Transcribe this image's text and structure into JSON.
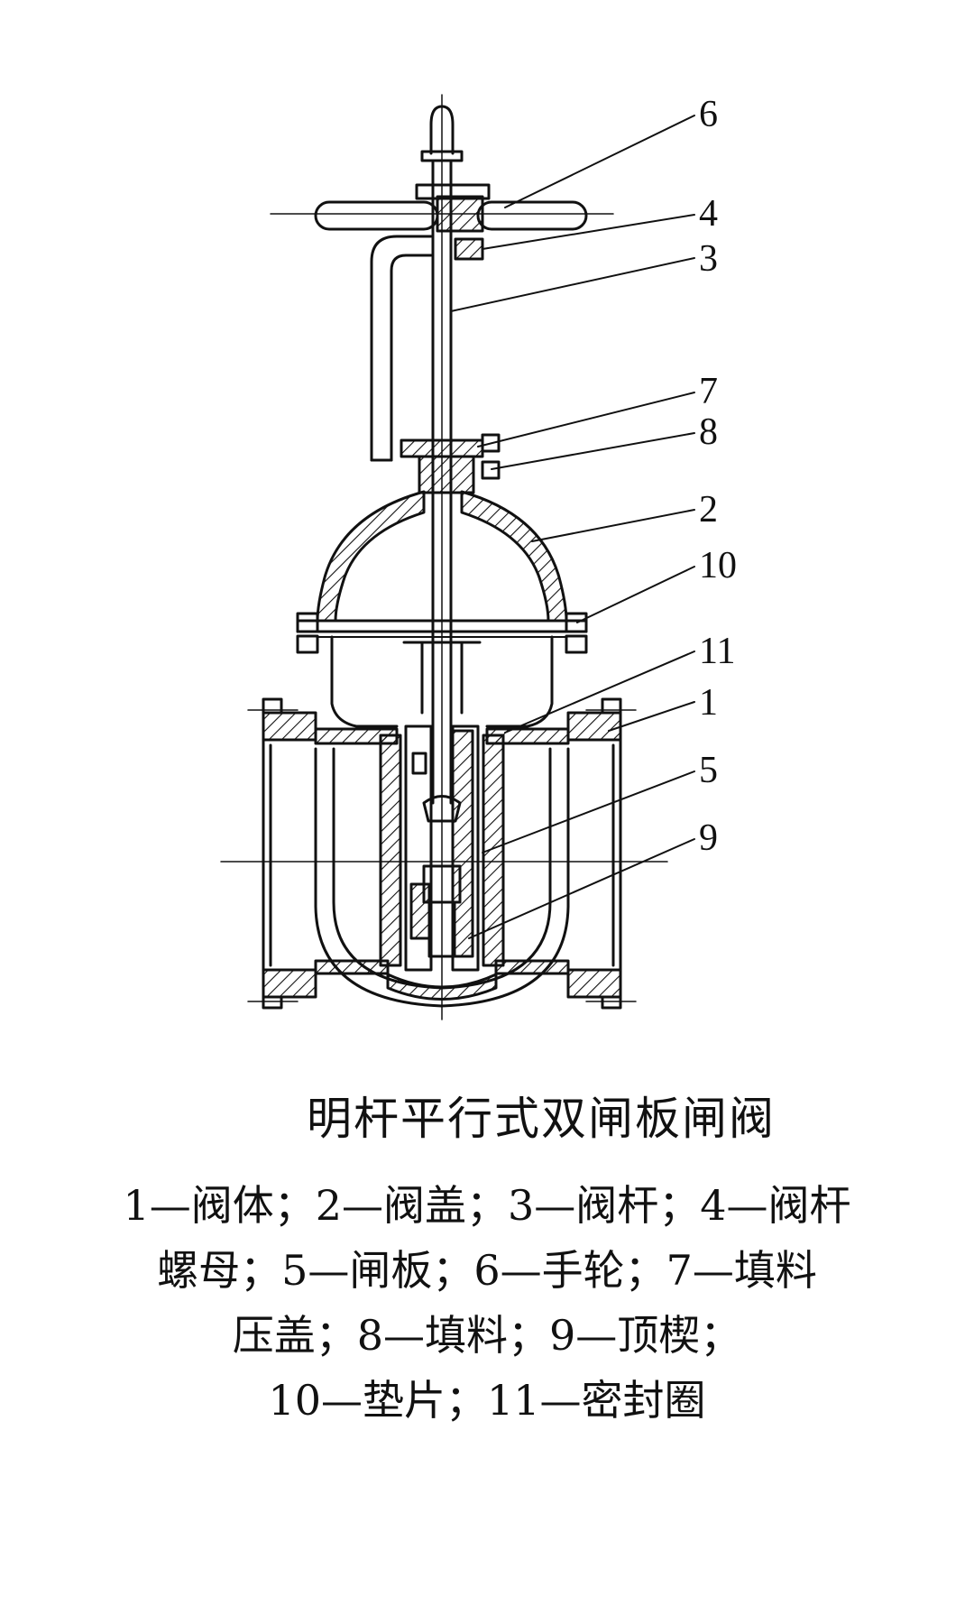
{
  "figure": {
    "callouts": [
      {
        "id": "6",
        "text": "6"
      },
      {
        "id": "4",
        "text": "4"
      },
      {
        "id": "3",
        "text": "3"
      },
      {
        "id": "7",
        "text": "7"
      },
      {
        "id": "8",
        "text": "8"
      },
      {
        "id": "2",
        "text": "2"
      },
      {
        "id": "10",
        "text": "10"
      },
      {
        "id": "11",
        "text": "11"
      },
      {
        "id": "1",
        "text": "1"
      },
      {
        "id": "5",
        "text": "5"
      },
      {
        "id": "9",
        "text": "9"
      }
    ]
  },
  "caption": {
    "title": "明杆平行式双闸板闸阀",
    "legend_lines": [
      "1—阀体；2—阀盖；3—阀杆；4—阀杆",
      "螺母；5—闸板；6—手轮；7—填料",
      "压盖；8—填料；9—顶楔；",
      "10—垫片；11—密封圈"
    ]
  },
  "colors": {
    "ink": "#111111",
    "background": "#ffffff"
  }
}
